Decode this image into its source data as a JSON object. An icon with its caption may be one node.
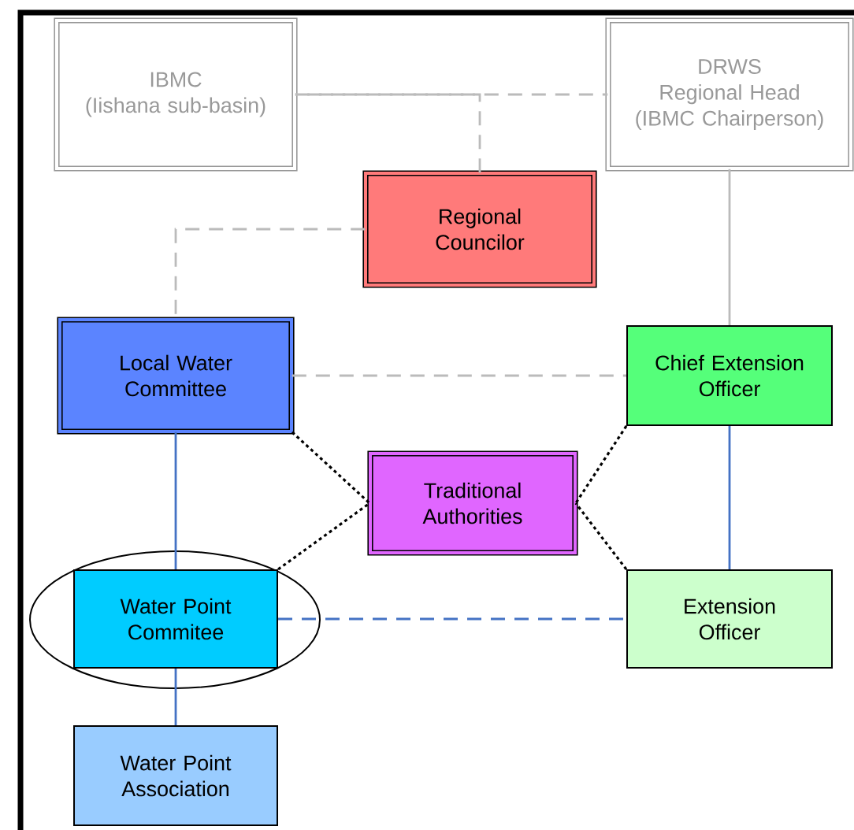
{
  "diagram": {
    "nodes": [
      {
        "text": [
          "IBMC",
          "(Iishana sub-basin)"
        ]
      },
      {
        "text": [
          "DRWS",
          "Regional Head",
          "(IBMC Chairperson)"
        ]
      },
      {
        "text": [
          "Regional Councilor"
        ]
      },
      {
        "text": [
          "Local Water Committee"
        ]
      },
      {
        "text": [
          "Chief Extension Officer"
        ]
      },
      {
        "text": [
          "Traditional Authorities"
        ]
      },
      {
        "text": [],
        "shape": "ellipse"
      },
      {
        "text": [
          "Water Point Commitee"
        ],
        "in": 6
      },
      {
        "text": [
          "Extension Officer"
        ]
      },
      {
        "text": [
          "Water Point Association"
        ]
      }
    ],
    "edges": [
      {
        "from": 0,
        "to": 1,
        "arrow": "none",
        "style": "dashed",
        "color": "#bbbbbb"
      },
      {
        "from": 2,
        "to": 0,
        "arrow": "none",
        "style": "dashed",
        "color": "#bbbbbb"
      },
      {
        "from": 2,
        "to": 3,
        "arrow": "none",
        "style": "dashed",
        "color": "#bbbbbb"
      },
      {
        "from": 1,
        "to": 4,
        "arrow": "none",
        "color": "#bbbbbb"
      },
      {
        "from": 3,
        "to": 4,
        "arrow": "none",
        "style": "dashed",
        "color": "#bbbbbb"
      },
      {
        "from": 3,
        "to": 7,
        "arrow": "none",
        "color": "#4472c4"
      },
      {
        "from": 4,
        "to": 8,
        "arrow": "none",
        "color": "#4472c4"
      },
      {
        "from": 3,
        "to": 5,
        "arrow": "none",
        "style": "dashed",
        "color": "#000000"
      },
      {
        "from": 4,
        "to": 5,
        "arrow": "none",
        "style": "dashed",
        "color": "#000000"
      },
      {
        "from": 7,
        "to": 5,
        "arrow": "none",
        "style": "dashed",
        "color": "#000000"
      },
      {
        "from": 8,
        "to": 5,
        "arrow": "none",
        "style": "dashed",
        "color": "#000000"
      },
      {
        "from": 7,
        "to": 8,
        "arrow": "none",
        "style": "dashed",
        "color": "#4472c4"
      },
      {
        "from": 7,
        "to": 9,
        "arrow": "none",
        "color": "#4472c4"
      }
    ]
  }
}
